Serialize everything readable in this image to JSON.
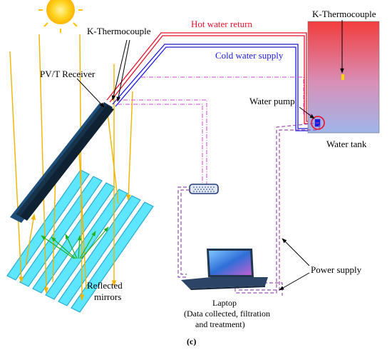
{
  "labels": {
    "k_thermocouple_left": "K-Thermocouple",
    "k_thermocouple_right": "K-Thermocouple",
    "hot_water_return": "Hot water return",
    "cold_water_supply": "Cold water supply",
    "pvt_receiver": "PV/T Receiver",
    "water_pump": "Water pump",
    "water_tank": "Water tank",
    "power_supply": "Power supply",
    "reflected_mirrors_line1": "Reflected",
    "reflected_mirrors_line2": "mirrors",
    "laptop_line1": "Laptop",
    "laptop_line2": "(Data collected, filtration",
    "laptop_line3": "and treatment)",
    "caption": "(c)"
  },
  "colors": {
    "hot": "#e8102a",
    "cold": "#1a1adf",
    "label_hot": "#e8102a",
    "label_cold": "#1a1adf",
    "mirror_fill": "#5fe6ff",
    "mirror_edge": "#2aa9d6",
    "ray": "#f0b400",
    "green_arrow": "#22b11e",
    "sensor_line": "#d24bd6",
    "power_line": "#9b4fb0",
    "receiver": "#17334a",
    "tank_top": "#f23d3d",
    "tank_bottom": "#9fb6ea"
  },
  "icons": {
    "sun": "sun-icon",
    "laptop": "laptop-icon",
    "pump": "pump-icon",
    "datalogger": "datalogger-icon"
  }
}
